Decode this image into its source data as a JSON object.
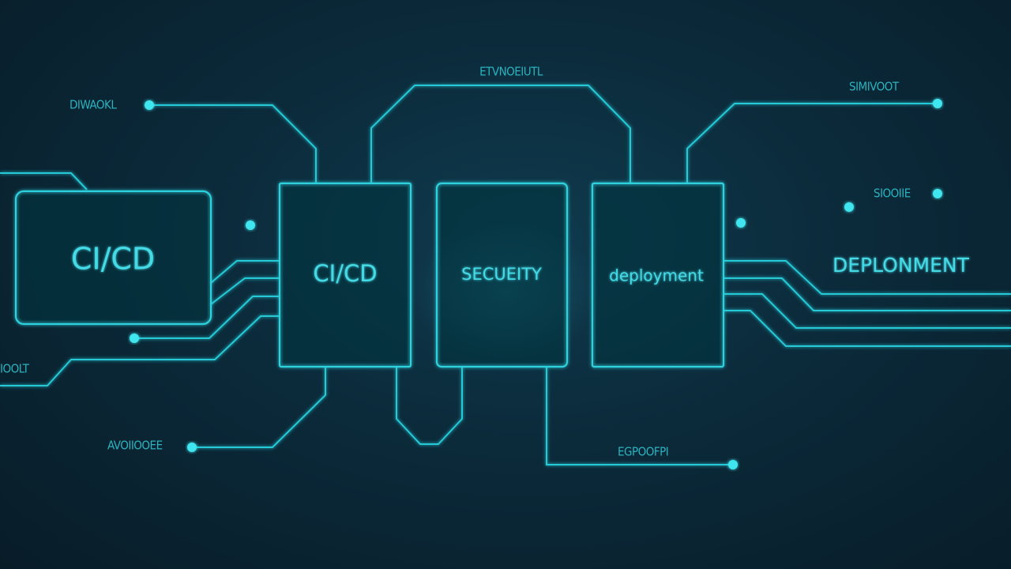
{
  "boxes": {
    "cicd_large": "CI/CD",
    "cicd": "CI/CD",
    "security": "SECUEITY",
    "deployment": "deployment"
  },
  "labels": {
    "top_center": "ETVNOEIUTL",
    "top_left": "DIWAOKL",
    "top_right": "SIMIVOOT",
    "right_upper": "SIOOIIE",
    "right_big": "DEPLONMENT",
    "left_lower": "IOOLT",
    "bottom_left": "AVOIIOOEE",
    "bottom_center": "EGPOOFPI"
  }
}
